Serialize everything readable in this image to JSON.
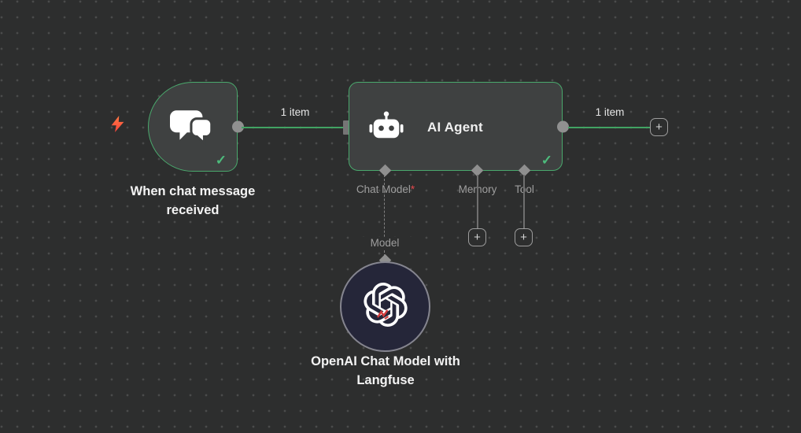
{
  "colors": {
    "canvas_bg": "#2d2e2e",
    "node_bg": "#3f4141",
    "accent_green": "#4aa96d",
    "port_gray": "#8f8f8f",
    "muted_text": "#9e9e9e",
    "primary_text": "#f3f3f3",
    "required_red": "#e5484d",
    "trigger_bolt_orange": "#ff5f47",
    "model_node_bg": "#252639"
  },
  "icons": {
    "check": "✓",
    "plus": "+"
  },
  "nodes": {
    "trigger": {
      "label": "When chat message received"
    },
    "agent": {
      "title": "AI Agent",
      "ports": [
        {
          "label": "Chat Model",
          "required_mark": "*"
        },
        {
          "label": "Memory"
        },
        {
          "label": "Tool"
        }
      ]
    },
    "model": {
      "port_label": "Model",
      "label": "OpenAI Chat Model with Langfuse"
    }
  },
  "connections": {
    "trigger_to_agent": {
      "label": "1 item"
    },
    "agent_output": {
      "label": "1 item"
    }
  }
}
